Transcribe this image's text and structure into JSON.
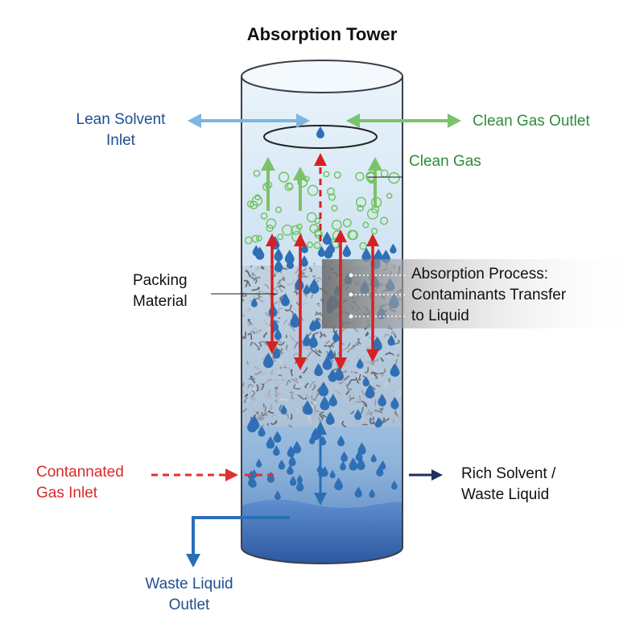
{
  "title": "Absorption Tower",
  "labels": {
    "lean_solvent_line1": "Lean Solvent",
    "lean_solvent_line2": "Inlet",
    "clean_gas_outlet": "Clean Gas Outlet",
    "clean_gas": "Clean Gas",
    "packing_line1": "Packing",
    "packing_line2": "Material",
    "absorption_line1": "Absorption Process:",
    "absorption_line2": "Contaminants Transfer",
    "absorption_line3": "to Liquid",
    "contaminated_line1": "Contannated",
    "contaminated_line2": "Gas Inlet",
    "rich_solvent_line1": "Rich Solvent /",
    "rich_solvent_line2": "Waste Liquid",
    "waste_outlet_line1": "Waste Liquid",
    "waste_outlet_line2": "Outlet"
  },
  "colors": {
    "lean_solvent": "#1f4f8f",
    "clean_gas": "#2e8b3a",
    "contaminated": "#d62b2b",
    "rich_solvent": "#1c2f5e",
    "water": "#2f6fb5",
    "gas_arrow": "#7cc26a",
    "red_arrow": "#d82020",
    "text_dark": "#111111"
  },
  "icons": {
    "droplet": "droplet-icon",
    "bubble": "bubble-icon"
  }
}
